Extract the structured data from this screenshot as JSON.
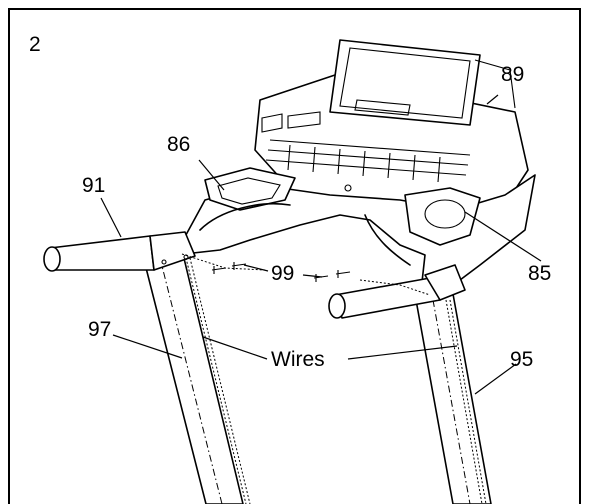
{
  "diagram": {
    "step_number": "2",
    "callouts": {
      "console": "89",
      "left_holder": "86",
      "left_handrail": "91",
      "bolts": "99",
      "right_holder": "85",
      "left_upright": "97",
      "wires": "Wires",
      "right_upright": "95"
    }
  }
}
